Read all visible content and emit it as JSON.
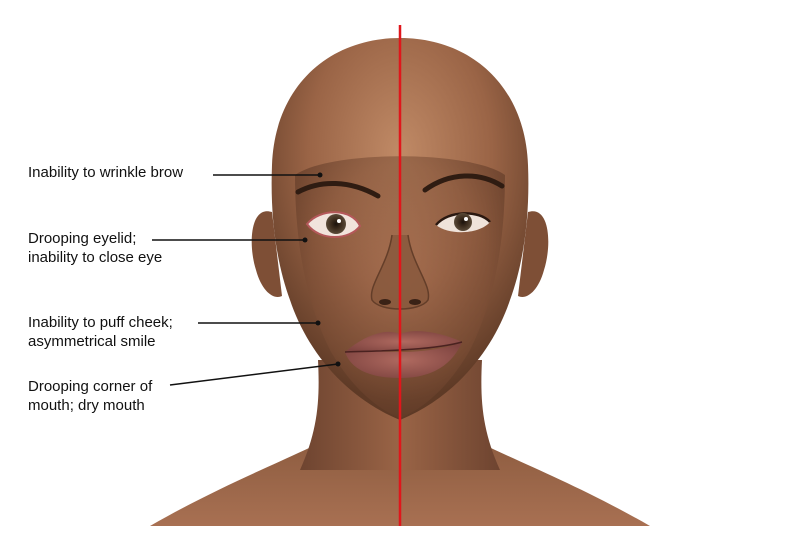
{
  "annotations": [
    {
      "id": "brow",
      "lines": [
        "Inability to wrinkle brow"
      ]
    },
    {
      "id": "eyelid",
      "lines": [
        "Drooping eyelid;",
        "inability to close eye"
      ]
    },
    {
      "id": "cheek",
      "lines": [
        "Inability to puff cheek;",
        "asymmetrical smile"
      ]
    },
    {
      "id": "mouth",
      "lines": [
        "Drooping corner of",
        "mouth; dry mouth"
      ]
    }
  ],
  "colors": {
    "midline": "#e0161b",
    "skin_light": "#b07a58",
    "skin_mid": "#8a5a3e",
    "skin_dark": "#5e3a26",
    "lips": "#9c5a52",
    "leader_line": "#111111",
    "label_text": "#111111",
    "background": "#ffffff"
  }
}
